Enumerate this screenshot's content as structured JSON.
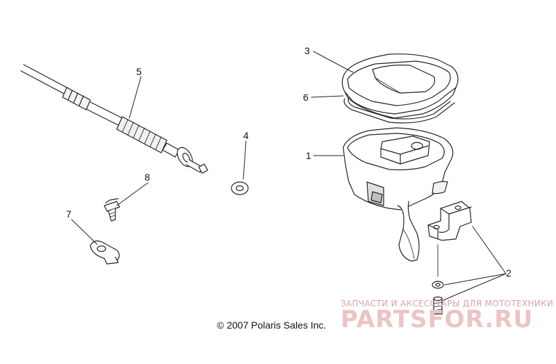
{
  "callouts": {
    "c1": "1",
    "c2": "2",
    "c3": "3",
    "c4": "4",
    "c5": "5",
    "c6": "6",
    "c7": "7",
    "c8": "8"
  },
  "copyright": "© 2007 Polaris Sales Inc.",
  "watermark": {
    "tagline": "ЗАПЧАСТИ И АКСЕССУАРЫ ДЛЯ МОТОТЕХНИКИ",
    "brand": "PARTSFOR.RU"
  },
  "colors": {
    "line": "#222222",
    "shade": "#bfbfbf",
    "watermark": "#e3b5b5"
  }
}
